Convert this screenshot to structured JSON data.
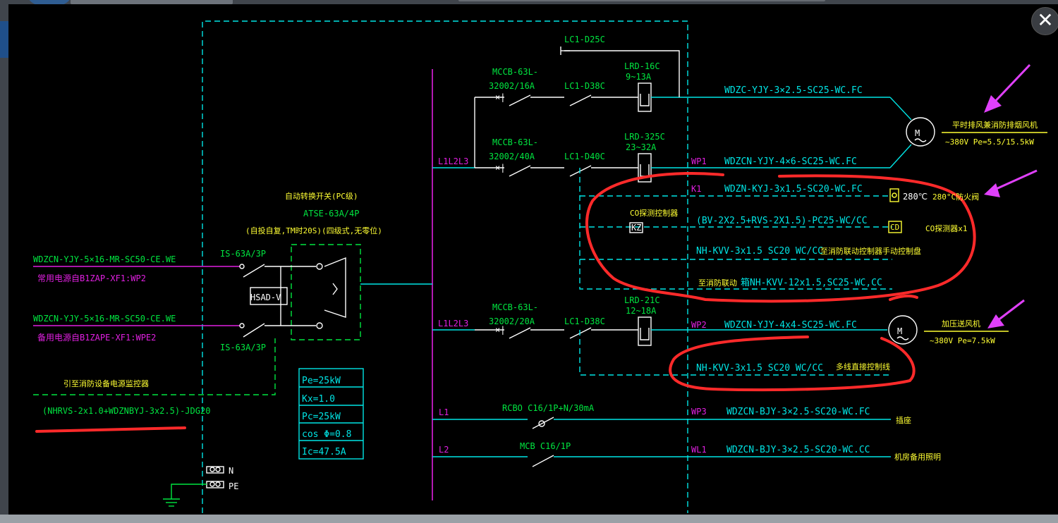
{
  "colors": {
    "cyan": "#00e5e5",
    "green": "#00e640",
    "magenta": "#e020e0",
    "yellow": "#ffff33",
    "white": "#ffffff",
    "red": "#ff2a2a",
    "arrow": "#e040fb"
  },
  "close_button": {
    "label": "✕",
    "icon": "close-icon"
  },
  "labels": {
    "lc1_d25c": "LC1-D25C",
    "mccb1": "MCCB-63L-",
    "mccb1b": "32002/16A",
    "lc1_d38c_1": "LC1-D38C",
    "lrd16": "LRD-16C",
    "lrd16b": "9~13A",
    "mccb2": "MCCB-63L-",
    "mccb2b": "32002/40A",
    "lc1_d40c": "LC1-D40C",
    "lrd325": "LRD-325C",
    "lrd325b": "23~32A",
    "l123_a": "L1L2L3",
    "ats_title": "自动转换开关(PC级)",
    "ats_model": "ATSE-63A/4P",
    "ats_note": "(自投自复,TM时20S)(四级式,无零位)",
    "feed1_cable": "WDZCN-YJY-5×16-MR-SC50-CE.WE",
    "feed1_src": "常用电源自B1ZAP-XF1:WP2",
    "is1": "IS-63A/3P",
    "hsad": "HSAD-V",
    "feed2_cable": "WDZCN-YJY-5×16-MR-SC50-CE.WE",
    "feed2_src": "备用电源自B1ZAPE-XF1:WPE2",
    "is2": "IS-63A/3P",
    "fire_link": "引至消防设备电源监控器",
    "fire_cable": "(NHRVS-2x1.0+WDZNBYJ-3x2.5)-JDG20",
    "mccb3": "MCCB-63L-",
    "mccb3b": "32002/20A",
    "lc1_d38c_2": "LC1-D38C",
    "lrd21": "LRD-21C",
    "lrd21b": "12~18A",
    "l123_b": "L1L2L3",
    "rcbo": "RCBO C16/1P+N/30mA",
    "l1": "L1",
    "mcb": "MCB C16/1P",
    "l2": "L2",
    "n": "N",
    "pe": "PE",
    "co_ctrl": "CO探测控制器",
    "kz": "KZ",
    "cd": "CD",
    "deg280": "280℃",
    "k1": "K1"
  },
  "circuits": {
    "c1_cable": "WDZC-YJY-3×2.5-SC25-WC.FC",
    "wp1": "WP1",
    "wp1_cable": "WDZCN-YJY-4×6-SC25-WC.FC",
    "k1_cable": "WDZN-KYJ-3x1.5-SC20-WC.FC",
    "co_cable": "(BV-2X2.5+RVS-2X1.5)-PC25-WC/CC",
    "nh1_cable": "NH-KVV-3x1.5  SC20  WC/CC",
    "nh1_note": "至消防联动控制器手动控制盘",
    "nh2_note": "至消防联动",
    "nh2_cable": "箱NH-KVV-12x1.5,SC25-WC,CC",
    "wp2": "WP2",
    "wp2_cable": "WDZCN-YJY-4x4-SC25-WC.FC",
    "nh3_cable": "NH-KVV-3x1.5  SC20  WC/CC",
    "nh3_note": "多线直接控制线",
    "wp3": "WP3",
    "wp3_cable": "WDZCN-BJY-3×2.5-SC20-WC.FC",
    "wp3_load": "插座",
    "wl1": "WL1",
    "wl1_cable": "WDZCN-BJY-3×2.5-SC20-WC.CC",
    "wl1_load": "机房备用照明"
  },
  "loads": {
    "fan1_name": "平时排风兼消防排烟风机",
    "fan1_rating": "~380V  Pe=5.5/15.5kW",
    "valve_name": "280°C防火阀",
    "co_name": "CO探测器x1",
    "fan2_name": "加压送风机",
    "fan2_rating": "~380V  Pe=7.5kW",
    "motor": "M"
  },
  "calc_table": [
    "Pe=25kW",
    "Kx=1.0",
    "Pc=25kW",
    "cos Φ=0.8",
    "Ic=47.5A"
  ]
}
